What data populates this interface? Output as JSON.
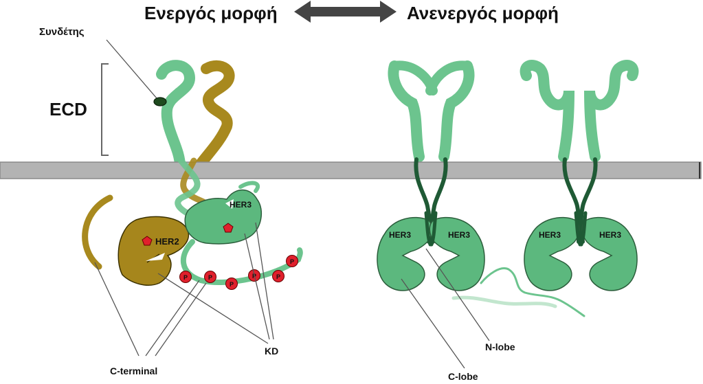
{
  "header": {
    "active_form": "Ενεργός μορφή",
    "inactive_form": "Ανενεργός μορφή"
  },
  "labels": {
    "ligand": "Συνδέτης",
    "ecd": "ECD",
    "her2": "HER2",
    "her3": "HER3",
    "phospho": "P",
    "kd": "KD",
    "c_terminal": "C-terminal",
    "n_lobe": "N-lobe",
    "c_lobe": "C-lobe"
  },
  "colors": {
    "her3_light": "#6cc48e",
    "her3_fill": "#5cb87e",
    "her3_dark": "#1f5a35",
    "her2_olive": "#a8891e",
    "her2_fill": "#a6861c",
    "membrane": "#b3b3b3",
    "phospho": "#e0202c",
    "arrow": "#444444"
  }
}
